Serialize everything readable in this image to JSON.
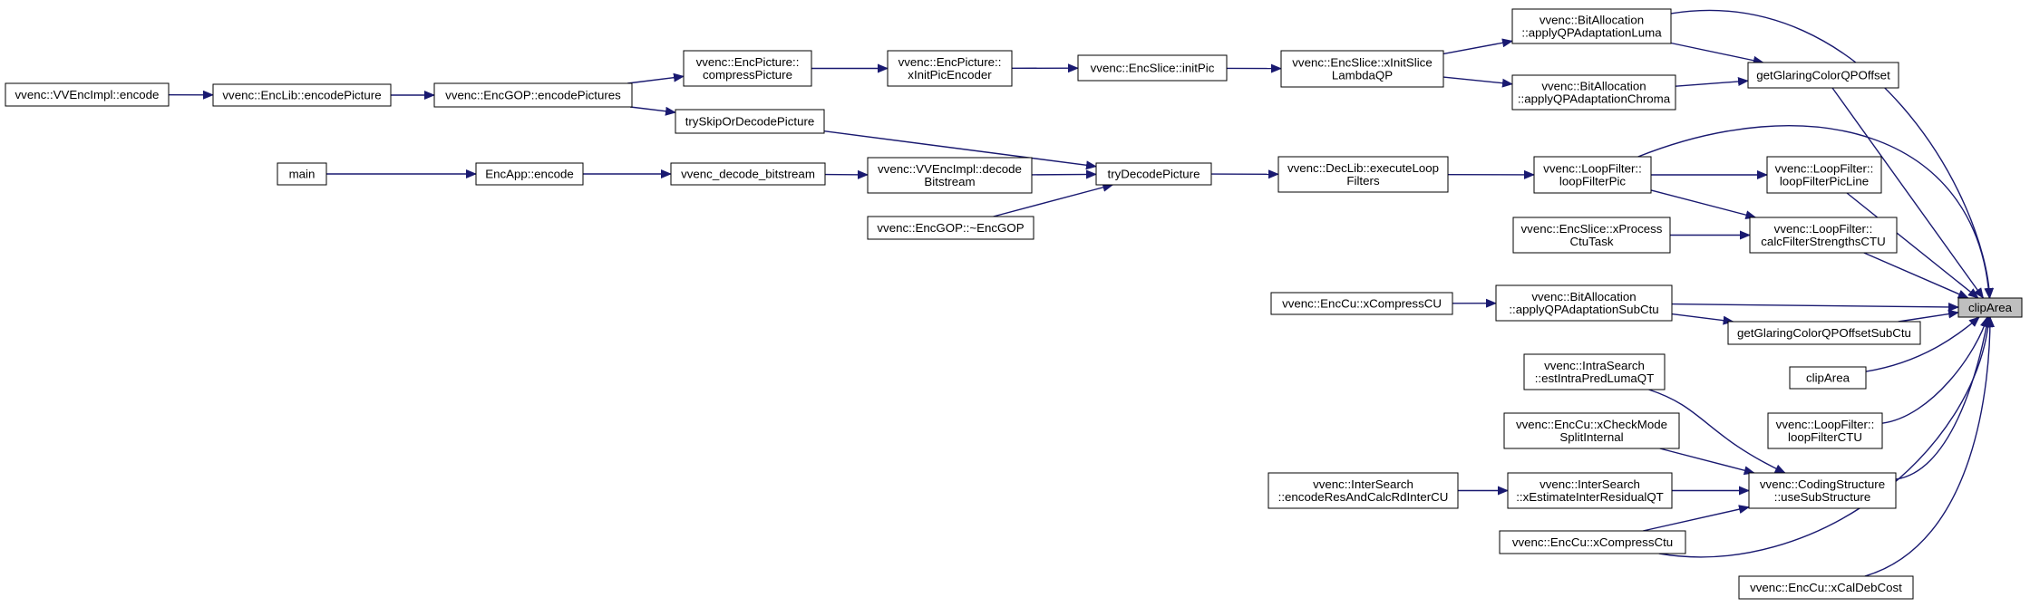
{
  "colors": {
    "edge": "#191970",
    "node_fill": "#ffffff",
    "focus_fill": "#bfbfbf",
    "border": "#000000"
  },
  "nodes": [
    {
      "id": "clipArea_main",
      "lines": [
        "clipArea"
      ],
      "focus": true
    },
    {
      "id": "getGlaringColorQPOffset",
      "lines": [
        "getGlaringColorQPOffset"
      ]
    },
    {
      "id": "bitalloc_luma",
      "lines": [
        "vvenc::BitAllocation",
        "::applyQPAdaptationLuma"
      ]
    },
    {
      "id": "bitalloc_chroma",
      "lines": [
        "vvenc::BitAllocation",
        "::applyQPAdaptationChroma"
      ]
    },
    {
      "id": "encslice_lambda",
      "lines": [
        "vvenc::EncSlice::xInitSlice",
        "LambdaQP"
      ]
    },
    {
      "id": "encslice_initpic",
      "lines": [
        "vvenc::EncSlice::initPic"
      ]
    },
    {
      "id": "encpicture_xinit",
      "lines": [
        "vvenc::EncPicture::",
        "xInitPicEncoder"
      ]
    },
    {
      "id": "encpicture_compress",
      "lines": [
        "vvenc::EncPicture::",
        "compressPicture"
      ]
    },
    {
      "id": "encgop_encodepictures",
      "lines": [
        "vvenc::EncGOP::encodePictures"
      ]
    },
    {
      "id": "enclib_encodepicture",
      "lines": [
        "vvenc::EncLib::encodePicture"
      ]
    },
    {
      "id": "vvencimpl_encode",
      "lines": [
        "vvenc::VVEncImpl::encode"
      ]
    },
    {
      "id": "tryskip",
      "lines": [
        "trySkipOrDecodePicture"
      ]
    },
    {
      "id": "trydecode",
      "lines": [
        "tryDecodePicture"
      ]
    },
    {
      "id": "main",
      "lines": [
        "main"
      ]
    },
    {
      "id": "encapp_encode",
      "lines": [
        "EncApp::encode"
      ]
    },
    {
      "id": "vvenc_decode_bitstream",
      "lines": [
        "vvenc_decode_bitstream"
      ]
    },
    {
      "id": "vvencimpl_decode",
      "lines": [
        "vvenc::VVEncImpl::decode",
        "Bitstream"
      ]
    },
    {
      "id": "encgop_dtor",
      "lines": [
        "vvenc::EncGOP::~EncGOP"
      ]
    },
    {
      "id": "declib_loop",
      "lines": [
        "vvenc::DecLib::executeLoop",
        "Filters"
      ]
    },
    {
      "id": "loopfilter_pic",
      "lines": [
        "vvenc::LoopFilter::",
        "loopFilterPic"
      ]
    },
    {
      "id": "loopfilter_picline",
      "lines": [
        "vvenc::LoopFilter::",
        "loopFilterPicLine"
      ]
    },
    {
      "id": "encslice_process",
      "lines": [
        "vvenc::EncSlice::xProcess",
        "CtuTask"
      ]
    },
    {
      "id": "loopfilter_calc",
      "lines": [
        "vvenc::LoopFilter::",
        "calcFilterStrengthsCTU"
      ]
    },
    {
      "id": "enccu_compresscu",
      "lines": [
        "vvenc::EncCu::xCompressCU"
      ]
    },
    {
      "id": "bitalloc_subctu",
      "lines": [
        "vvenc::BitAllocation",
        "::applyQPAdaptationSubCtu"
      ]
    },
    {
      "id": "getglaring_subctu",
      "lines": [
        "getGlaringColorQPOffsetSubCtu"
      ]
    },
    {
      "id": "clipArea_2",
      "lines": [
        "clipArea"
      ]
    },
    {
      "id": "loopfilter_ctu",
      "lines": [
        "vvenc::LoopFilter::",
        "loopFilterCTU"
      ]
    },
    {
      "id": "intrasearch",
      "lines": [
        "vvenc::IntraSearch",
        "::estIntraPredLumaQT"
      ]
    },
    {
      "id": "enccu_checkmode",
      "lines": [
        "vvenc::EncCu::xCheckMode",
        "SplitInternal"
      ]
    },
    {
      "id": "intersearch_encode",
      "lines": [
        "vvenc::InterSearch",
        "::encodeResAndCalcRdInterCU"
      ]
    },
    {
      "id": "intersearch_estimate",
      "lines": [
        "vvenc::InterSearch",
        "::xEstimateInterResidualQT"
      ]
    },
    {
      "id": "codingstructure_use",
      "lines": [
        "vvenc::CodingStructure",
        "::useSubStructure"
      ]
    },
    {
      "id": "enccu_compressctu",
      "lines": [
        "vvenc::EncCu::xCompressCtu"
      ]
    },
    {
      "id": "enccu_caldeb",
      "lines": [
        "vvenc::EncCu::xCalDebCost"
      ]
    }
  ],
  "edges": [
    [
      "getGlaringColorQPOffset",
      "clipArea_main"
    ],
    [
      "bitalloc_luma",
      "clipArea_main"
    ],
    [
      "bitalloc_luma",
      "getGlaringColorQPOffset"
    ],
    [
      "bitalloc_chroma",
      "getGlaringColorQPOffset"
    ],
    [
      "encslice_lambda",
      "bitalloc_luma"
    ],
    [
      "encslice_lambda",
      "bitalloc_chroma"
    ],
    [
      "encslice_initpic",
      "encslice_lambda"
    ],
    [
      "encpicture_xinit",
      "encslice_initpic"
    ],
    [
      "encpicture_compress",
      "encpicture_xinit"
    ],
    [
      "encgop_encodepictures",
      "encpicture_compress"
    ],
    [
      "enclib_encodepicture",
      "encgop_encodepictures"
    ],
    [
      "vvencimpl_encode",
      "enclib_encodepicture"
    ],
    [
      "encgop_encodepictures",
      "tryskip"
    ],
    [
      "tryskip",
      "trydecode"
    ],
    [
      "main",
      "encapp_encode"
    ],
    [
      "encapp_encode",
      "vvenc_decode_bitstream"
    ],
    [
      "vvenc_decode_bitstream",
      "vvencimpl_decode"
    ],
    [
      "vvencimpl_decode",
      "trydecode"
    ],
    [
      "encgop_dtor",
      "trydecode"
    ],
    [
      "trydecode",
      "declib_loop"
    ],
    [
      "declib_loop",
      "loopfilter_pic"
    ],
    [
      "loopfilter_pic",
      "clipArea_main"
    ],
    [
      "loopfilter_pic",
      "loopfilter_picline"
    ],
    [
      "loopfilter_pic",
      "loopfilter_calc"
    ],
    [
      "loopfilter_picline",
      "clipArea_main"
    ],
    [
      "encslice_process",
      "loopfilter_calc"
    ],
    [
      "loopfilter_calc",
      "clipArea_main"
    ],
    [
      "enccu_compresscu",
      "bitalloc_subctu"
    ],
    [
      "bitalloc_subctu",
      "clipArea_main"
    ],
    [
      "bitalloc_subctu",
      "getglaring_subctu"
    ],
    [
      "getglaring_subctu",
      "clipArea_main"
    ],
    [
      "clipArea_2",
      "clipArea_main"
    ],
    [
      "loopfilter_ctu",
      "clipArea_main"
    ],
    [
      "intrasearch",
      "codingstructure_use"
    ],
    [
      "enccu_checkmode",
      "codingstructure_use"
    ],
    [
      "intersearch_encode",
      "intersearch_estimate"
    ],
    [
      "intersearch_estimate",
      "codingstructure_use"
    ],
    [
      "enccu_compressctu",
      "codingstructure_use"
    ],
    [
      "codingstructure_use",
      "clipArea_main"
    ],
    [
      "enccu_compressctu",
      "clipArea_main"
    ],
    [
      "enccu_caldeb",
      "clipArea_main"
    ]
  ]
}
